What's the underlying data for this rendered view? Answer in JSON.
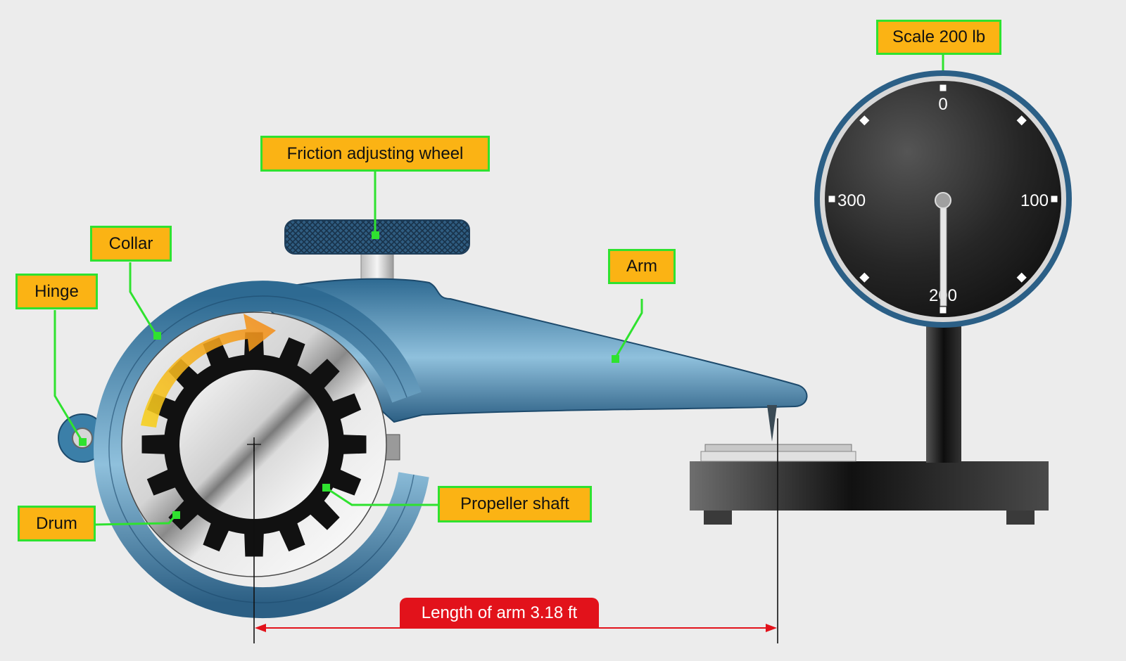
{
  "labels": {
    "scale": "Scale 200 lb",
    "friction_wheel": "Friction adjusting wheel",
    "collar": "Collar",
    "hinge": "Hinge",
    "arm": "Arm",
    "drum": "Drum",
    "propeller_shaft": "Propeller shaft"
  },
  "dimension": {
    "length_label": "Length of arm 3.18 ft"
  },
  "dial": {
    "marks": [
      "0",
      "100",
      "200",
      "300"
    ],
    "reading": "200"
  },
  "colors": {
    "callout_fill": "#fbb314",
    "callout_border": "#2fe22f",
    "leader": "#2fe22f",
    "dimension": "#e2121b",
    "arm": "#3b7fa8",
    "dial_face": "#1a1a1a"
  }
}
